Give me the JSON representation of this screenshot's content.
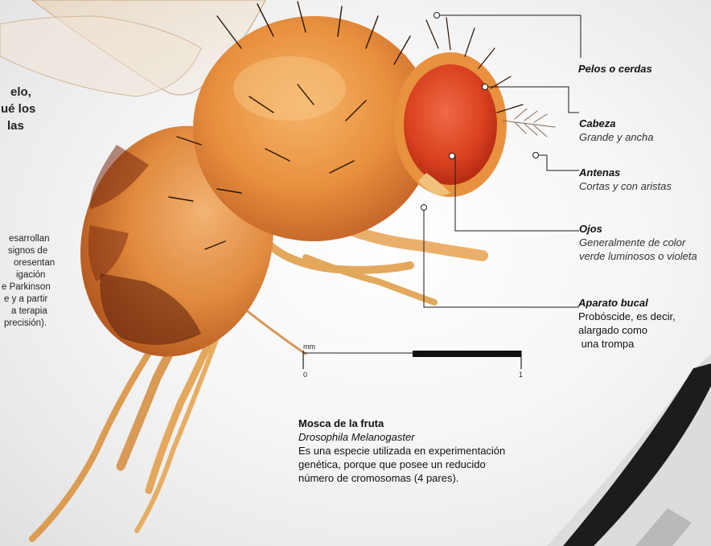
{
  "labels": {
    "pelos": {
      "title": "Pelos o cerdas"
    },
    "cabeza": {
      "title": "Cabeza",
      "sub": "Grande y ancha"
    },
    "antenas": {
      "title": "Antenas",
      "sub": "Cortas y con aristas"
    },
    "ojos": {
      "title": "Ojos",
      "sub1": "Generalmente de color",
      "sub2": "verde luminosos o violeta"
    },
    "aparato": {
      "title": "Aparato bucal",
      "line1": "Probóscide, es decir,",
      "line2": "alargado como",
      "line3": " una trompa"
    }
  },
  "scale": {
    "unit": "mm",
    "min": "0",
    "max": "1"
  },
  "caption": {
    "title": "Mosca de la fruta",
    "species": "Drosophila Melanogaster",
    "text": "Es una especie utilizada en experimentación genética, porque que posee un reducido número de cromosomas (4 pares)."
  },
  "left_heading": [
    "elo,",
    "ué los",
    " las"
  ],
  "left_text": [
    "esarrollan",
    " signos de",
    "oresentan",
    "igación",
    "e Parkinson",
    "e y a partir",
    "a terapia",
    "precisión)."
  ],
  "colors": {
    "body": "#e48a3c",
    "eye": "#d8401f",
    "leg": "#e3a85c",
    "line": "#1a1a1a",
    "frame": "#1c1c1c"
  }
}
